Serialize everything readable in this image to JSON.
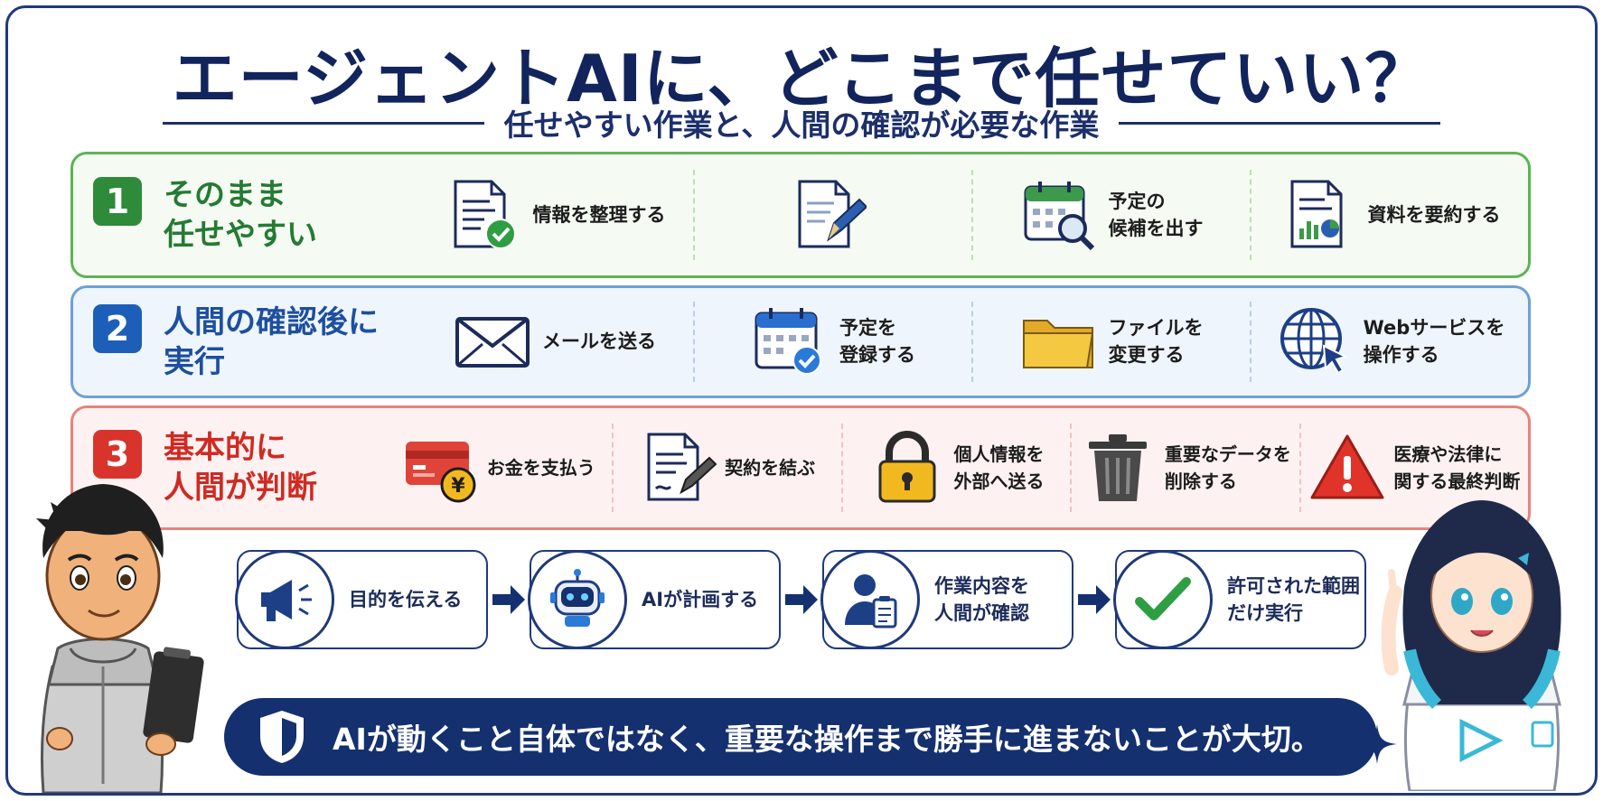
{
  "title": "エージェントAIに、どこまで任せていい？",
  "subtitle": "任せやすい作業と、人間の確認が必要な作業",
  "tiers": [
    {
      "number": "1",
      "label_line1": "そのまま",
      "label_line2": "任せやすい",
      "color": "#2e8b3a",
      "items": [
        {
          "icon": "document-check-icon",
          "label": "情報を整理する"
        },
        {
          "icon": "document-pen-icon",
          "label": ""
        },
        {
          "icon": "calendar-search-icon",
          "label": "予定の\n候補を出す"
        },
        {
          "icon": "document-chart-icon",
          "label": "資料を要約する"
        }
      ]
    },
    {
      "number": "2",
      "label_line1": "人間の確認後に",
      "label_line2": "実行",
      "color": "#1d5fb8",
      "items": [
        {
          "icon": "envelope-icon",
          "label": "メールを送る"
        },
        {
          "icon": "calendar-check-icon",
          "label": "予定を\n登録する"
        },
        {
          "icon": "folder-icon",
          "label": "ファイルを\n変更する"
        },
        {
          "icon": "globe-cursor-icon",
          "label": "Webサービスを\n操作する"
        }
      ]
    },
    {
      "number": "3",
      "label_line1": "基本的に",
      "label_line2": "人間が判断",
      "color": "#d9342b",
      "items": [
        {
          "icon": "credit-card-yen-icon",
          "label": "お金を支払う"
        },
        {
          "icon": "contract-sign-icon",
          "label": "契約を結ぶ"
        },
        {
          "icon": "padlock-icon",
          "label": "個人情報を\n外部へ送る"
        },
        {
          "icon": "trash-can-icon",
          "label": "重要なデータを\n削除する"
        },
        {
          "icon": "warning-icon",
          "label": "医療や法律に\n関する最終判断"
        }
      ]
    }
  ],
  "flow": [
    {
      "icon": "megaphone-icon",
      "label": "目的を伝える"
    },
    {
      "icon": "robot-icon",
      "label": "AIが計画する"
    },
    {
      "icon": "person-clipboard-icon",
      "label": "作業内容を\n人間が確認"
    },
    {
      "icon": "checkmark-icon",
      "label": "許可された範囲\nだけ実行"
    }
  ],
  "banner": "AIが動くこと自体ではなく、重要な操作まで勝手に進まないことが大切。"
}
